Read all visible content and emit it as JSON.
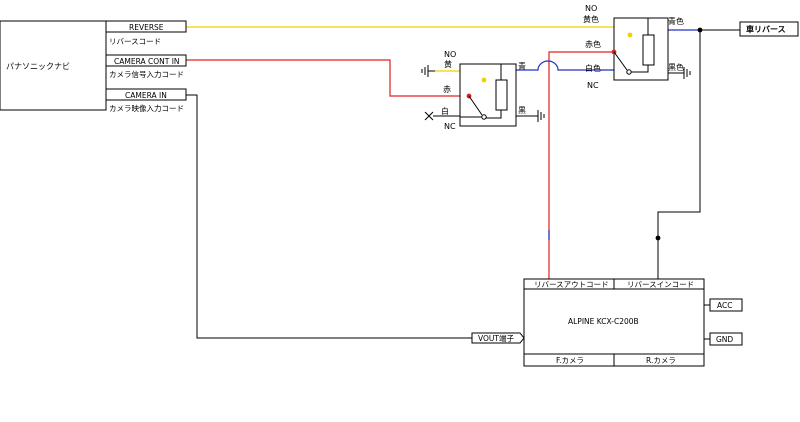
{
  "navi": {
    "label": "パナソニックナビ",
    "ports": [
      {
        "name": "REVERSE",
        "desc": "リバースコード"
      },
      {
        "name": "CAMERA CONT IN",
        "desc": "カメラ信号入力コード"
      },
      {
        "name": "CAMERA IN",
        "desc": "カメラ映像入力コード"
      }
    ]
  },
  "relay1": {
    "no": "NO",
    "nc": "NC",
    "yellow": "黄",
    "red": "赤",
    "white": "白",
    "blue": "青",
    "black": "黒"
  },
  "relay2": {
    "no": "NO",
    "nc": "NC",
    "yellow": "黄色",
    "red": "赤色",
    "white": "白色",
    "blue": "青色",
    "black": "黒色"
  },
  "car_reverse": "車リバース",
  "alpine": {
    "model": "ALPINE KCX-C200B",
    "top_left": "リバースアウトコード",
    "top_right": "リバースインコード",
    "bottom_left": "F.カメラ",
    "bottom_right": "R.カメラ",
    "vout": "VOUT端子",
    "acc": "ACC",
    "gnd": "GND"
  },
  "colors": {
    "yellow_wire": "#f0d000",
    "red_wire": "#e02020",
    "blue_wire": "#2030c8",
    "black_wire": "#000000"
  }
}
